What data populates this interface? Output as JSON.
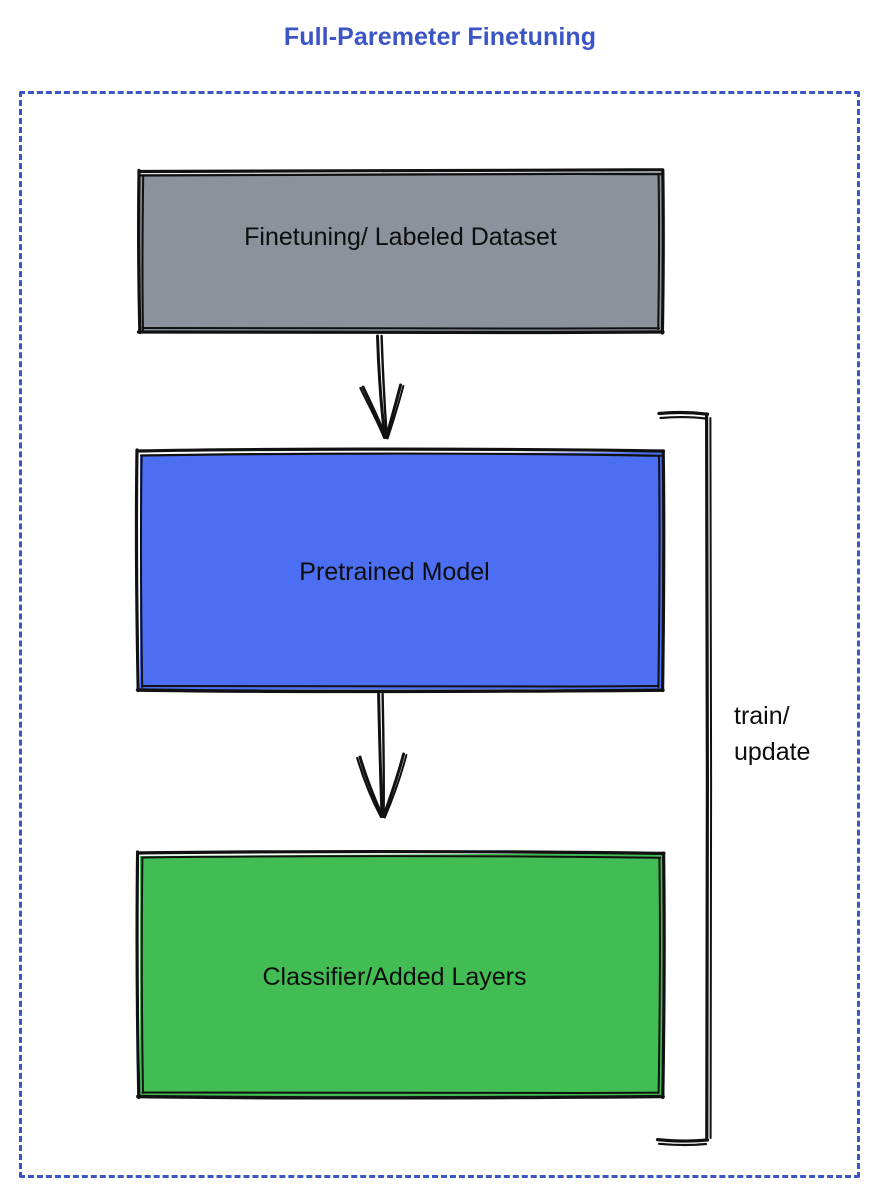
{
  "diagram": {
    "title": "Full-Paremeter Finetuning",
    "title_color": "#3b55c6",
    "frame": {
      "style": "dashed",
      "color": "#3c55c4"
    },
    "nodes": [
      {
        "id": "dataset",
        "label": "Finetuning/ Labeled Dataset",
        "fill": "#8b929b",
        "stroke": "#111111",
        "shape": "rectangle",
        "order": 1
      },
      {
        "id": "pretrained-model",
        "label": "Pretrained Model",
        "fill": "#4c6ef3",
        "stroke": "#111111",
        "shape": "rectangle",
        "order": 2
      },
      {
        "id": "classifier",
        "label": "Classifier/Added Layers",
        "fill": "#42bd53",
        "stroke": "#111111",
        "shape": "rectangle",
        "order": 3
      }
    ],
    "edges": [
      {
        "id": "dataset-to-model",
        "from": "dataset",
        "to": "pretrained-model",
        "label": "",
        "arrow": "down"
      },
      {
        "id": "model-to-classifier",
        "from": "pretrained-model",
        "to": "classifier",
        "label": "",
        "arrow": "down"
      },
      {
        "id": "feedback-loop",
        "from": "classifier",
        "to": "pretrained-model",
        "label": "train/\nupdate",
        "arrow": "none"
      }
    ]
  }
}
